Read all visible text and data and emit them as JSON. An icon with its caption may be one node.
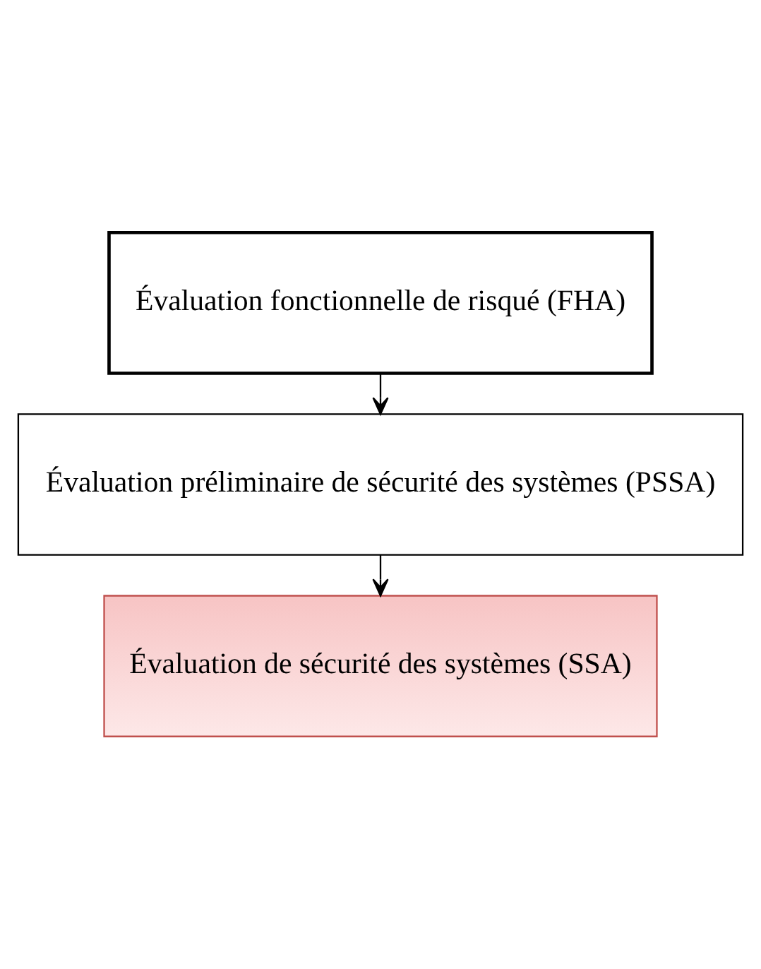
{
  "diagram": {
    "nodes": [
      {
        "text": [
          "Évaluation fonctionnelle de risqué (FHA)"
        ]
      },
      {
        "text": [
          "Évaluation préliminaire de sécurité des systèmes (PSSA)"
        ]
      },
      {
        "text": [
          "Évaluation de sécurité des systèmes (SSA)"
        ]
      }
    ],
    "edges": [
      {
        "from": 0,
        "to": 1,
        "arrow": "to"
      },
      {
        "from": 1,
        "to": 2,
        "arrow": "to"
      }
    ]
  }
}
